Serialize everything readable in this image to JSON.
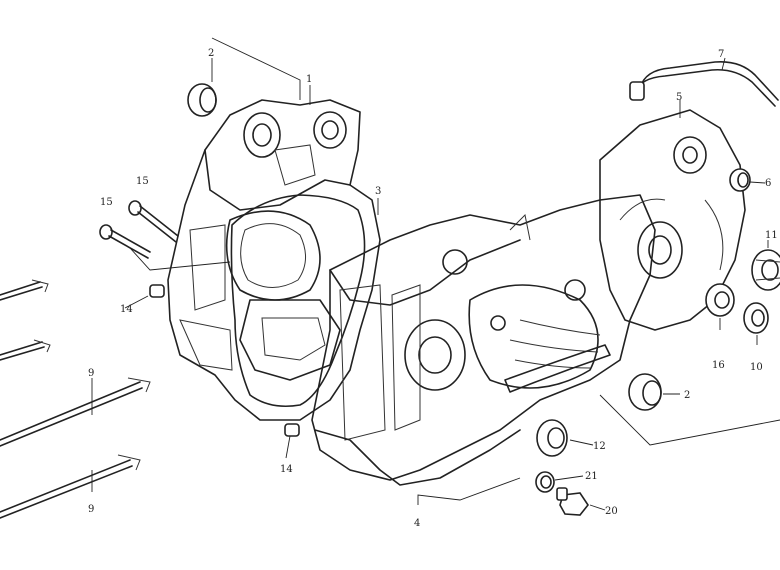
{
  "callouts": [
    {
      "id": "1"
    },
    {
      "id": "2"
    },
    {
      "id": "3"
    },
    {
      "id": "4"
    },
    {
      "id": "5"
    },
    {
      "id": "6"
    },
    {
      "id": "7"
    },
    {
      "id": "9"
    },
    {
      "id": "10"
    },
    {
      "id": "11"
    },
    {
      "id": "12"
    },
    {
      "id": "14"
    },
    {
      "id": "15"
    },
    {
      "id": "16"
    },
    {
      "id": "20"
    },
    {
      "id": "21"
    }
  ],
  "labels": {
    "n1": "1",
    "n2a": "2",
    "n2b": "2",
    "n3": "3",
    "n4": "4",
    "n5": "5",
    "n6": "6",
    "n7": "7",
    "n9a": "9",
    "n9b": "9",
    "n10": "10",
    "n11": "11",
    "n12": "12",
    "n14a": "14",
    "n14b": "14",
    "n15a": "15",
    "n15b": "15",
    "n16": "16",
    "n20": "20",
    "n21": "21"
  }
}
